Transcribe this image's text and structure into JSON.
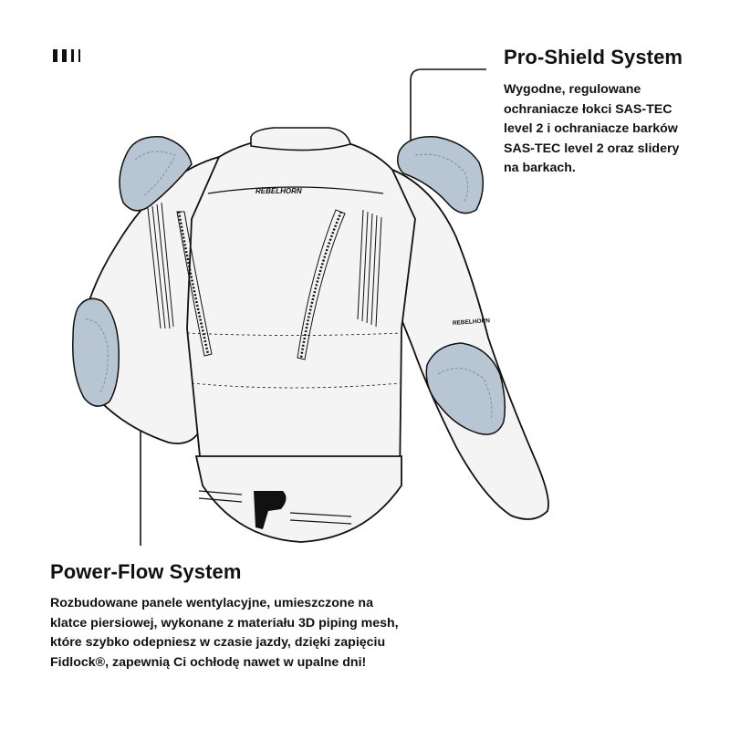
{
  "pro_shield": {
    "title": "Pro-Shield System",
    "lines": [
      "Wygodne, regulowane",
      "ochraniacze łokci SAS-TEC",
      "level 2 i ochraniacze barków",
      "SAS-TEC level 2 oraz slidery",
      "na barkach."
    ]
  },
  "power_flow": {
    "title": "Power-Flow System",
    "lines": [
      "Rozbudowane panele wentylacyjne, umieszczone na",
      "klatce piersiowej, wykonane z materiału 3D piping mesh,",
      "które szybko odepniesz w czasie jazdy, dzięki zapięciu",
      "Fidlock®, zapewnią Ci ochłodę nawet w upalne dni!"
    ]
  },
  "jacket": {
    "brand_back": "REBELHORN",
    "brand_sleeve": "REBELHORN"
  },
  "colors": {
    "ink": "#111111",
    "protector": "#b8c6d3",
    "protector_dark": "#7d8fa0",
    "jacket": "#f4f4f4"
  }
}
